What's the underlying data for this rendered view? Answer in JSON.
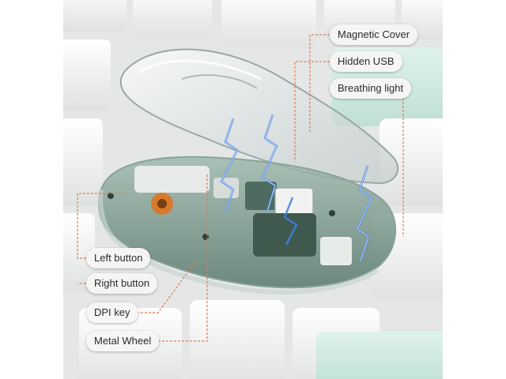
{
  "callouts": {
    "magnetic_cover": "Magnetic Cover",
    "hidden_usb": "Hidden USB",
    "breathing_light": "Breathing light",
    "left_button": "Left button",
    "right_button": "Right button",
    "dpi_key": "DPI key",
    "metal_wheel": "Metal Wheel"
  },
  "colors": {
    "leader_line": "#e07a55",
    "mint_key": "#cfe9dd",
    "inner_board": "#6b8f80",
    "lightning": "#3f7fe0"
  }
}
